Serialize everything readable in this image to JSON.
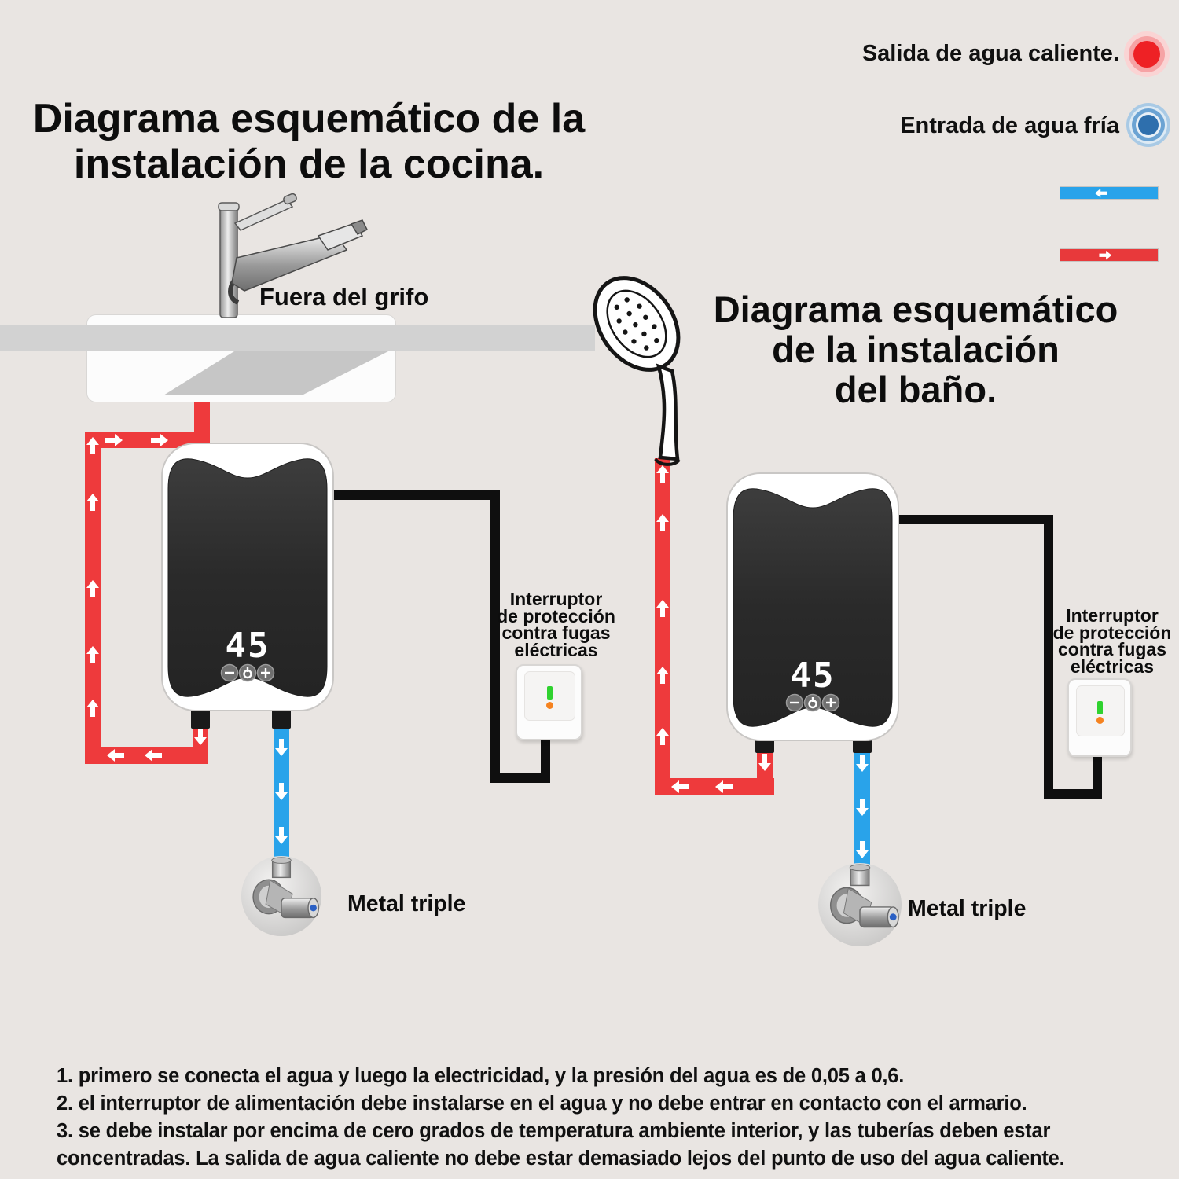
{
  "background_color": "#e9e5e2",
  "legend": {
    "hot_outlet_label": "Salida de agua caliente.",
    "cold_inlet_label": "Entrada de agua fría",
    "hot_color": "#ee2125",
    "cold_color": "#2e6fad",
    "hot_pipe_color": "#ee3a3c",
    "cold_pipe_color": "#29a3ea"
  },
  "kitchen_diagram": {
    "title": [
      "Diagrama esquemático de la",
      "instalación de la cocina."
    ],
    "faucet_label": "Fuera del grifo",
    "heater": {
      "display_value": "45"
    },
    "breaker_label": [
      "Interruptor",
      "de protección",
      "contra fugas",
      "eléctricas"
    ],
    "valve_label": "Metal triple"
  },
  "bathroom_diagram": {
    "title": [
      "Diagrama esquemático",
      "de la instalación",
      "del baño."
    ],
    "heater": {
      "display_value": "45"
    },
    "breaker_label": [
      "Interruptor",
      "de protección",
      "contra fugas",
      "eléctricas"
    ],
    "valve_label": "Metal triple"
  },
  "instructions": [
    "1. primero se conecta el agua y luego la electricidad, y la presión del agua es de 0,05 a 0,6.",
    "2. el interruptor de alimentación debe instalarse en el agua y no debe entrar en contacto con el armario.",
    "3. se debe instalar por encima de cero grados de temperatura ambiente interior, y las tuberías deben estar concentradas. La salida de agua caliente no debe estar demasiado lejos del punto de uso del agua caliente."
  ]
}
